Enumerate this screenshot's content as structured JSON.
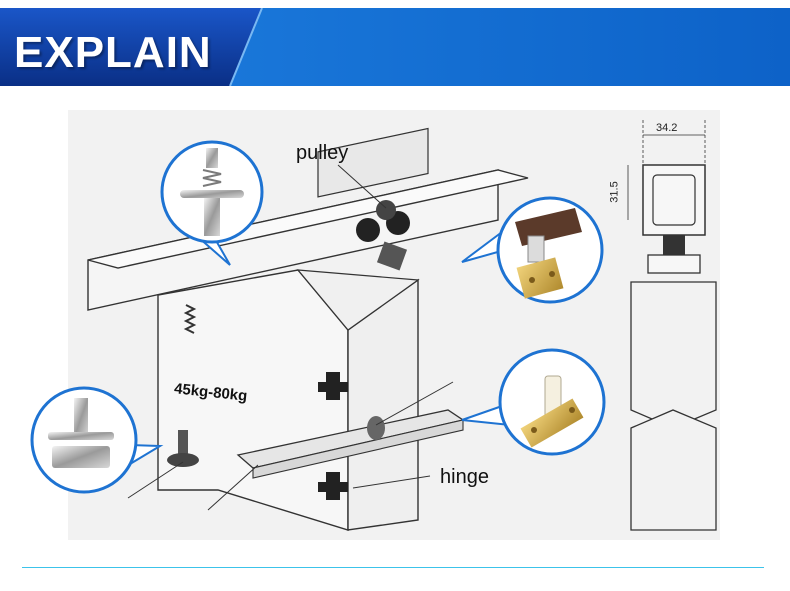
{
  "banner": {
    "title": "EXPLAIN",
    "color_dark": "#0b3a9e",
    "color_light": "#2a8fe0"
  },
  "labels": {
    "pulley": "pulley",
    "hinge": "hinge",
    "load": "45kg-80kg"
  },
  "dimensions": {
    "width": "34.2",
    "height": "31.5"
  },
  "icons": [
    "top-pivot-icon",
    "pulley-bracket-icon",
    "floor-pivot-icon",
    "bottom-guide-icon"
  ],
  "colors": {
    "rule": "#3cc3ea",
    "circle_border": "#1e73d2"
  }
}
